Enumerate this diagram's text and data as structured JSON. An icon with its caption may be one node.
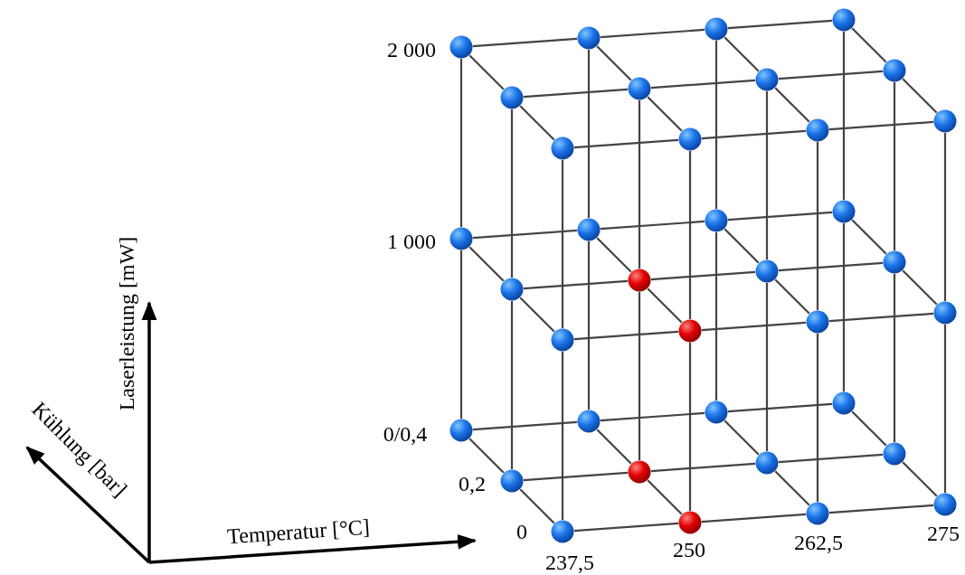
{
  "diagram": {
    "nodes": [
      {
        "text": [],
        "shape": "circle"
      },
      {
        "text": [],
        "shape": "circle"
      },
      {
        "text": [],
        "shape": "circle"
      },
      {
        "text": [],
        "shape": "circle"
      },
      {
        "text": [],
        "shape": "circle"
      },
      {
        "text": [],
        "shape": "circle"
      },
      {
        "text": [],
        "shape": "circle"
      },
      {
        "text": [],
        "shape": "circle"
      },
      {
        "text": [],
        "shape": "circle"
      },
      {
        "text": [],
        "shape": "circle"
      },
      {
        "text": [],
        "shape": "circle"
      },
      {
        "text": [],
        "shape": "circle"
      },
      {
        "text": [],
        "shape": "circle"
      },
      {
        "text": [],
        "shape": "circle"
      },
      {
        "text": [],
        "shape": "circle"
      },
      {
        "text": [],
        "shape": "circle"
      },
      {
        "text": [],
        "shape": "circle"
      },
      {
        "text": [],
        "shape": "circle"
      },
      {
        "text": [],
        "shape": "circle"
      },
      {
        "text": [],
        "shape": "circle"
      },
      {
        "text": [],
        "shape": "circle"
      },
      {
        "text": [],
        "shape": "circle"
      },
      {
        "text": [],
        "shape": "circle"
      },
      {
        "text": [],
        "shape": "circle"
      },
      {
        "text": [],
        "shape": "circle"
      },
      {
        "text": [],
        "shape": "circle"
      },
      {
        "text": [],
        "shape": "circle"
      },
      {
        "text": [],
        "shape": "circle"
      },
      {
        "text": [],
        "shape": "circle"
      },
      {
        "text": [],
        "shape": "circle"
      },
      {
        "text": [],
        "shape": "circle"
      },
      {
        "text": [],
        "shape": "circle"
      },
      {
        "text": [],
        "shape": "circle"
      },
      {
        "text": [],
        "shape": "circle"
      },
      {
        "text": [],
        "shape": "circle"
      },
      {
        "text": [],
        "shape": "circle"
      }
    ],
    "edges": [
      {
        "from": 0,
        "to": 1,
        "arrow": "none"
      },
      {
        "from": 0,
        "to": 4,
        "arrow": "none"
      },
      {
        "from": 0,
        "to": 12,
        "arrow": "none"
      },
      {
        "from": 1,
        "to": 2,
        "arrow": "none"
      },
      {
        "from": 1,
        "to": 5,
        "arrow": "none"
      },
      {
        "from": 1,
        "to": 13,
        "arrow": "none"
      },
      {
        "from": 2,
        "to": 3,
        "arrow": "none"
      },
      {
        "from": 2,
        "to": 6,
        "arrow": "none"
      },
      {
        "from": 2,
        "to": 14,
        "arrow": "none"
      },
      {
        "from": 3,
        "to": 7,
        "arrow": "none"
      },
      {
        "from": 3,
        "to": 15,
        "arrow": "none"
      },
      {
        "from": 4,
        "to": 5,
        "arrow": "none"
      },
      {
        "from": 4,
        "to": 8,
        "arrow": "none"
      },
      {
        "from": 4,
        "to": 16,
        "arrow": "none"
      },
      {
        "from": 5,
        "to": 6,
        "arrow": "none"
      },
      {
        "from": 5,
        "to": 9,
        "arrow": "none"
      },
      {
        "from": 5,
        "to": 17,
        "arrow": "none"
      },
      {
        "from": 6,
        "to": 7,
        "arrow": "none"
      },
      {
        "from": 6,
        "to": 10,
        "arrow": "none"
      },
      {
        "from": 6,
        "to": 18,
        "arrow": "none"
      },
      {
        "from": 7,
        "to": 11,
        "arrow": "none"
      },
      {
        "from": 7,
        "to": 19,
        "arrow": "none"
      },
      {
        "from": 8,
        "to": 9,
        "arrow": "none"
      },
      {
        "from": 8,
        "to": 20,
        "arrow": "none"
      },
      {
        "from": 9,
        "to": 10,
        "arrow": "none"
      },
      {
        "from": 9,
        "to": 21,
        "arrow": "none"
      },
      {
        "from": 10,
        "to": 11,
        "arrow": "none"
      },
      {
        "from": 10,
        "to": 22,
        "arrow": "none"
      },
      {
        "from": 11,
        "to": 23,
        "arrow": "none"
      },
      {
        "from": 12,
        "to": 13,
        "arrow": "none"
      },
      {
        "from": 12,
        "to": 16,
        "arrow": "none"
      },
      {
        "from": 12,
        "to": 24,
        "arrow": "none"
      },
      {
        "from": 13,
        "to": 14,
        "arrow": "none"
      },
      {
        "from": 13,
        "to": 17,
        "arrow": "none"
      },
      {
        "from": 13,
        "to": 25,
        "arrow": "none"
      },
      {
        "from": 14,
        "to": 15,
        "arrow": "none"
      },
      {
        "from": 14,
        "to": 18,
        "arrow": "none"
      },
      {
        "from": 14,
        "to": 26,
        "arrow": "none"
      },
      {
        "from": 15,
        "to": 19,
        "arrow": "none"
      },
      {
        "from": 15,
        "to": 27,
        "arrow": "none"
      },
      {
        "from": 16,
        "to": 17,
        "arrow": "none"
      },
      {
        "from": 16,
        "to": 20,
        "arrow": "none"
      },
      {
        "from": 16,
        "to": 28,
        "arrow": "none"
      },
      {
        "from": 17,
        "to": 18,
        "arrow": "none"
      },
      {
        "from": 17,
        "to": 21,
        "arrow": "none"
      },
      {
        "from": 17,
        "to": 29,
        "arrow": "none"
      },
      {
        "from": 18,
        "to": 19,
        "arrow": "none"
      },
      {
        "from": 18,
        "to": 22,
        "arrow": "none"
      },
      {
        "from": 18,
        "to": 30,
        "arrow": "none"
      },
      {
        "from": 19,
        "to": 23,
        "arrow": "none"
      },
      {
        "from": 19,
        "to": 31,
        "arrow": "none"
      },
      {
        "from": 20,
        "to": 21,
        "arrow": "none"
      },
      {
        "from": 20,
        "to": 32,
        "arrow": "none"
      },
      {
        "from": 21,
        "to": 22,
        "arrow": "none"
      },
      {
        "from": 21,
        "to": 33,
        "arrow": "none"
      },
      {
        "from": 22,
        "to": 23,
        "arrow": "none"
      },
      {
        "from": 22,
        "to": 34,
        "arrow": "none"
      },
      {
        "from": 23,
        "to": 35,
        "arrow": "none"
      },
      {
        "from": 24,
        "to": 25,
        "arrow": "none"
      },
      {
        "from": 24,
        "to": 28,
        "arrow": "none"
      },
      {
        "from": 25,
        "to": 26,
        "arrow": "none"
      },
      {
        "from": 25,
        "to": 29,
        "arrow": "none"
      },
      {
        "from": 26,
        "to": 27,
        "arrow": "none"
      },
      {
        "from": 26,
        "to": 30,
        "arrow": "none"
      },
      {
        "from": 27,
        "to": 31,
        "arrow": "none"
      },
      {
        "from": 28,
        "to": 29,
        "arrow": "none"
      },
      {
        "from": 28,
        "to": 32,
        "arrow": "none"
      },
      {
        "from": 29,
        "to": 30,
        "arrow": "none"
      },
      {
        "from": 29,
        "to": 33,
        "arrow": "none"
      },
      {
        "from": 30,
        "to": 31,
        "arrow": "none"
      },
      {
        "from": 30,
        "to": 34,
        "arrow": "none"
      },
      {
        "from": 31,
        "to": 35,
        "arrow": "none"
      },
      {
        "from": 32,
        "to": 33,
        "arrow": "none"
      },
      {
        "from": 33,
        "to": 34,
        "arrow": "none"
      },
      {
        "from": 34,
        "to": 35,
        "arrow": "none"
      }
    ],
    "labels": [
      "2 000",
      "1 000",
      "0/0,4",
      "0,2",
      "0",
      "237,5",
      "250",
      "262,5",
      "275",
      "Laserleistung [mW]",
      "Kühlung [bar]",
      "Temperatur [°C]"
    ]
  }
}
